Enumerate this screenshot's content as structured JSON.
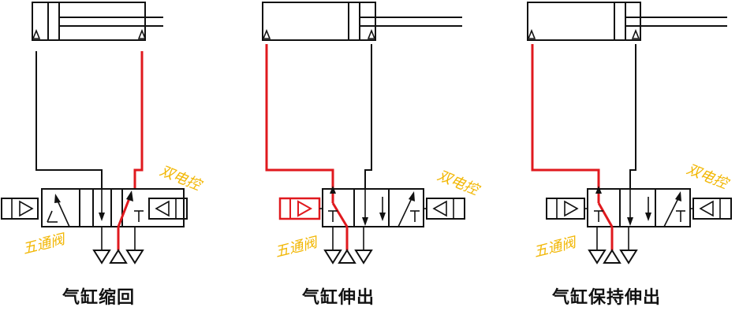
{
  "colors": {
    "line": "#111111",
    "active": "#e0191e",
    "annotation": "#f2b705"
  },
  "panels": [
    {
      "caption": "气缸缩回",
      "valve_note": "五通阀",
      "solenoid_note": "双电控",
      "active_solenoid": "none",
      "active_side": "right"
    },
    {
      "caption": "气缸伸出",
      "valve_note": "五通阀",
      "solenoid_note": "双电控",
      "active_solenoid": "left",
      "active_side": "left"
    },
    {
      "caption": "气缸保持伸出",
      "valve_note": "五通阀",
      "solenoid_note": "双电控",
      "active_solenoid": "none",
      "active_side": "left"
    }
  ]
}
